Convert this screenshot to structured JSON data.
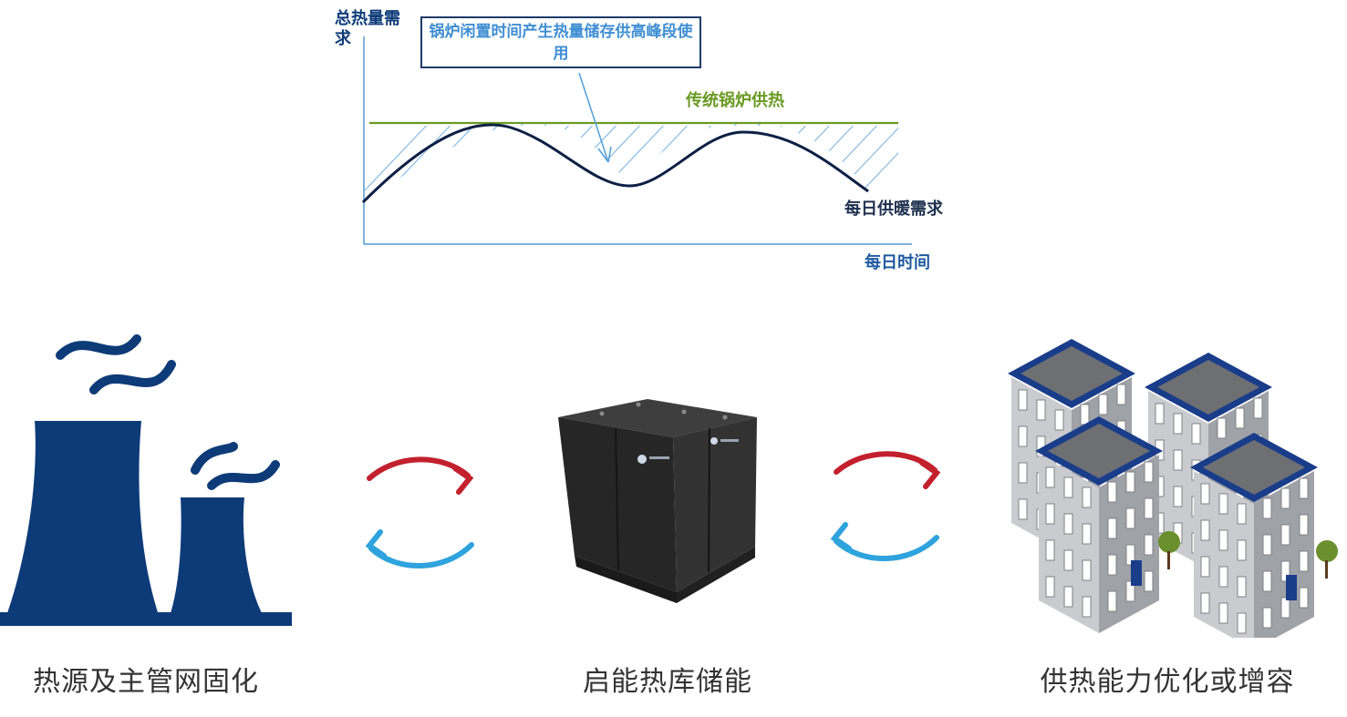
{
  "chart": {
    "y_axis_label": "总热量需求",
    "x_axis_label": "每日时间",
    "callout": "锅炉闲置时间产生热量储存供高峰段使用",
    "traditional_line_label": "传统锅炉供热",
    "demand_curve_label": "每日供暖需求"
  },
  "colors": {
    "navy": "#0d3b78",
    "green_line": "#6a9a22",
    "hatch": "#8fc0e6",
    "arrow_red": "#c3202e",
    "arrow_blue": "#2ea3dd",
    "cabinet": "#2c2c2c",
    "building_roof": "#1a3d8a"
  },
  "flow": {
    "items": [
      {
        "icon": "cooling-tower-icon",
        "label": "热源及主管网固化"
      },
      {
        "icon": "heat-storage-cabinet",
        "label": "启能热库储能"
      },
      {
        "icon": "buildings-icon",
        "label": "供热能力优化或增容"
      }
    ]
  }
}
